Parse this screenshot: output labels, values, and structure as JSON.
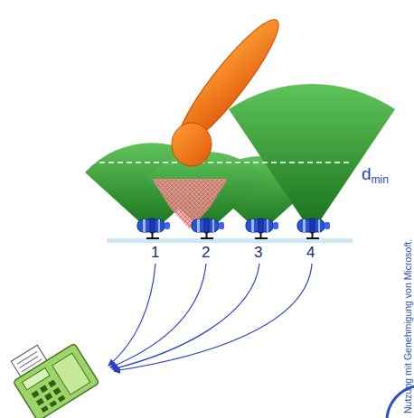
{
  "diagram": {
    "labels": [
      "1",
      "2",
      "3",
      "4",
      "d",
      "min",
      "Nutzung mit Genehmigung von Microsoft."
    ]
  }
}
